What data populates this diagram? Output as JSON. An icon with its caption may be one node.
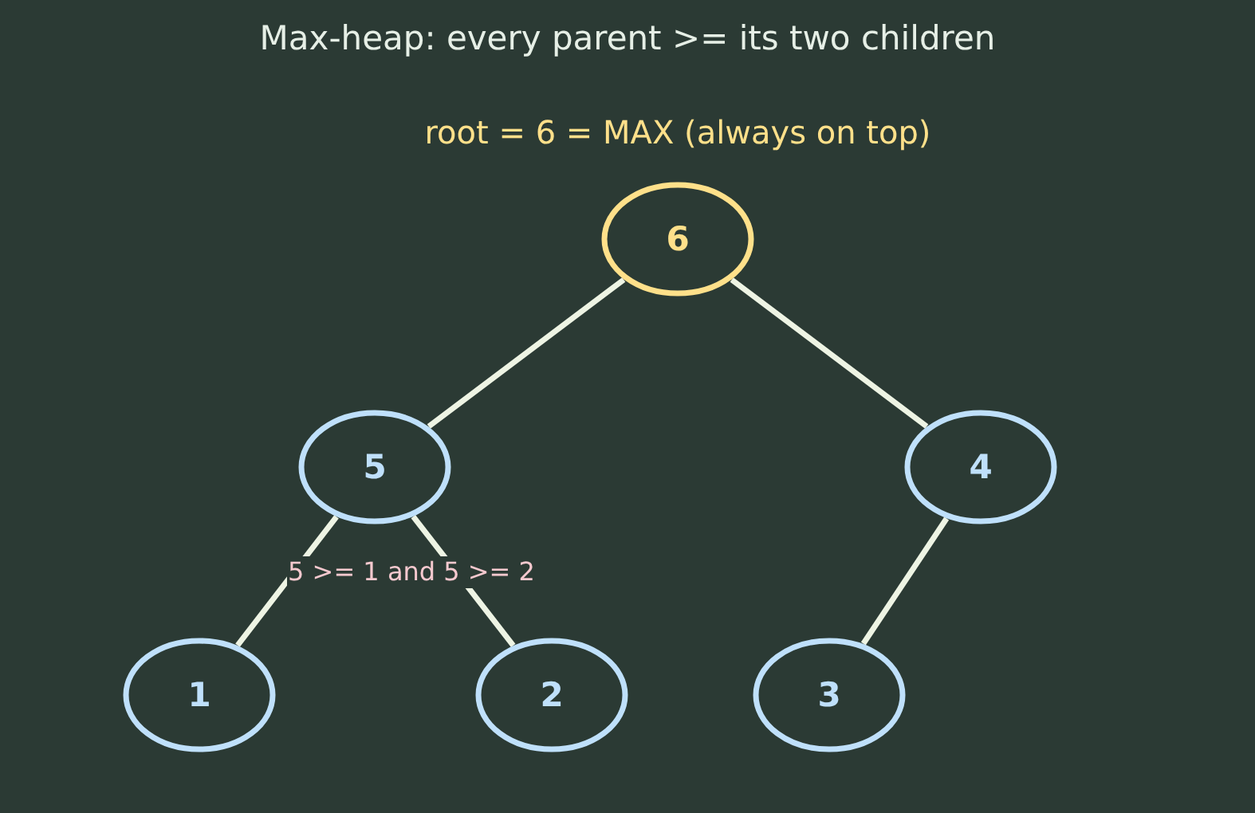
{
  "diagram": {
    "title": "Max-heap: every parent >= its two children",
    "nodes": [
      {
        "text": [
          "6"
        ],
        "beside": [
          "root = 6 = MAX (always on top)"
        ]
      },
      {
        "text": [
          "5"
        ]
      },
      {
        "text": [
          "4"
        ]
      },
      {
        "text": [
          "1"
        ]
      },
      {
        "text": [
          "2"
        ]
      },
      {
        "text": [
          "3"
        ]
      }
    ],
    "edges": [
      {
        "from": 0,
        "to": 1,
        "arrow": "none"
      },
      {
        "from": 0,
        "to": 2,
        "arrow": "none"
      },
      {
        "from": 1,
        "to": 3,
        "arrow": "none"
      },
      {
        "from": 1,
        "to": 4,
        "arrow": "none"
      },
      {
        "from": 2,
        "to": 5,
        "arrow": "none"
      }
    ],
    "labels": [
      "5 >= 1 and 5 >= 2"
    ]
  }
}
